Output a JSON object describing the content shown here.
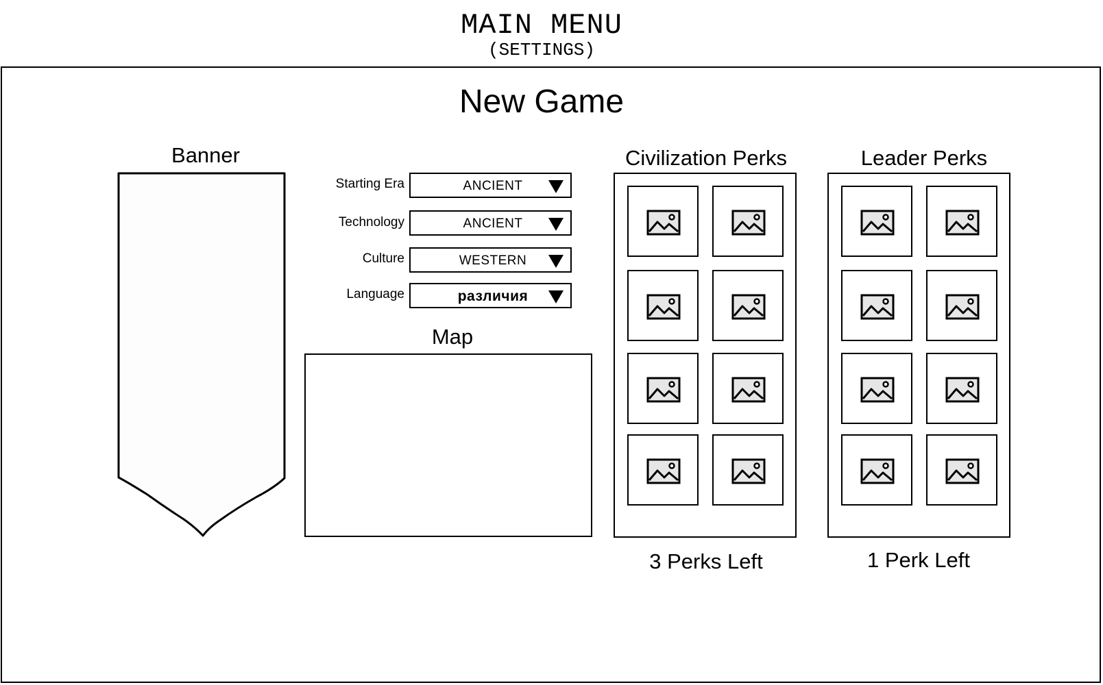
{
  "header": {
    "title": "MAIN MENU",
    "subtitle": "(SETTINGS)"
  },
  "new_game": {
    "heading": "New Game",
    "banner": {
      "label": "Banner"
    },
    "settings": [
      {
        "label": "Starting Era",
        "value": "ANCIENT"
      },
      {
        "label": "Technology",
        "value": "ANCIENT"
      },
      {
        "label": "Culture",
        "value": "WESTERN"
      },
      {
        "label": "Language",
        "value": "различия"
      }
    ],
    "map": {
      "label": "Map"
    },
    "civilization_perks": {
      "label": "Civilization Perks",
      "remaining_text": "3 Perks Left",
      "tile_count": 8,
      "tile_icon": "image-placeholder-icon"
    },
    "leader_perks": {
      "label": "Leader Perks",
      "remaining_text": "1 Perk Left",
      "tile_count": 8,
      "tile_icon": "image-placeholder-icon"
    }
  }
}
